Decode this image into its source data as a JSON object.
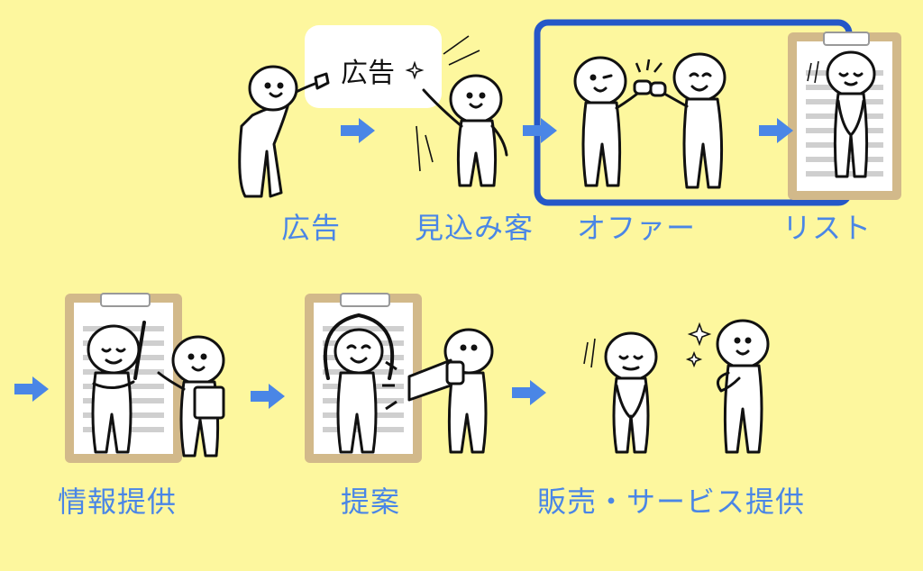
{
  "diagram": {
    "background_color": "#fdf79e",
    "arrow_color": "#4a86e6",
    "highlight_color": "#2557c8",
    "clipboard_color": "#d2b98a",
    "steps": [
      {
        "id": "ad",
        "label": "広告"
      },
      {
        "id": "prospect",
        "label": "見込み客"
      },
      {
        "id": "offer",
        "label": "オファー"
      },
      {
        "id": "list",
        "label": "リスト"
      },
      {
        "id": "info",
        "label": "情報提供"
      },
      {
        "id": "proposal",
        "label": "提案"
      },
      {
        "id": "sale",
        "label": "販売・サービス提供"
      }
    ],
    "ad_card_text": "広告",
    "highlighted_step": "オファー"
  }
}
